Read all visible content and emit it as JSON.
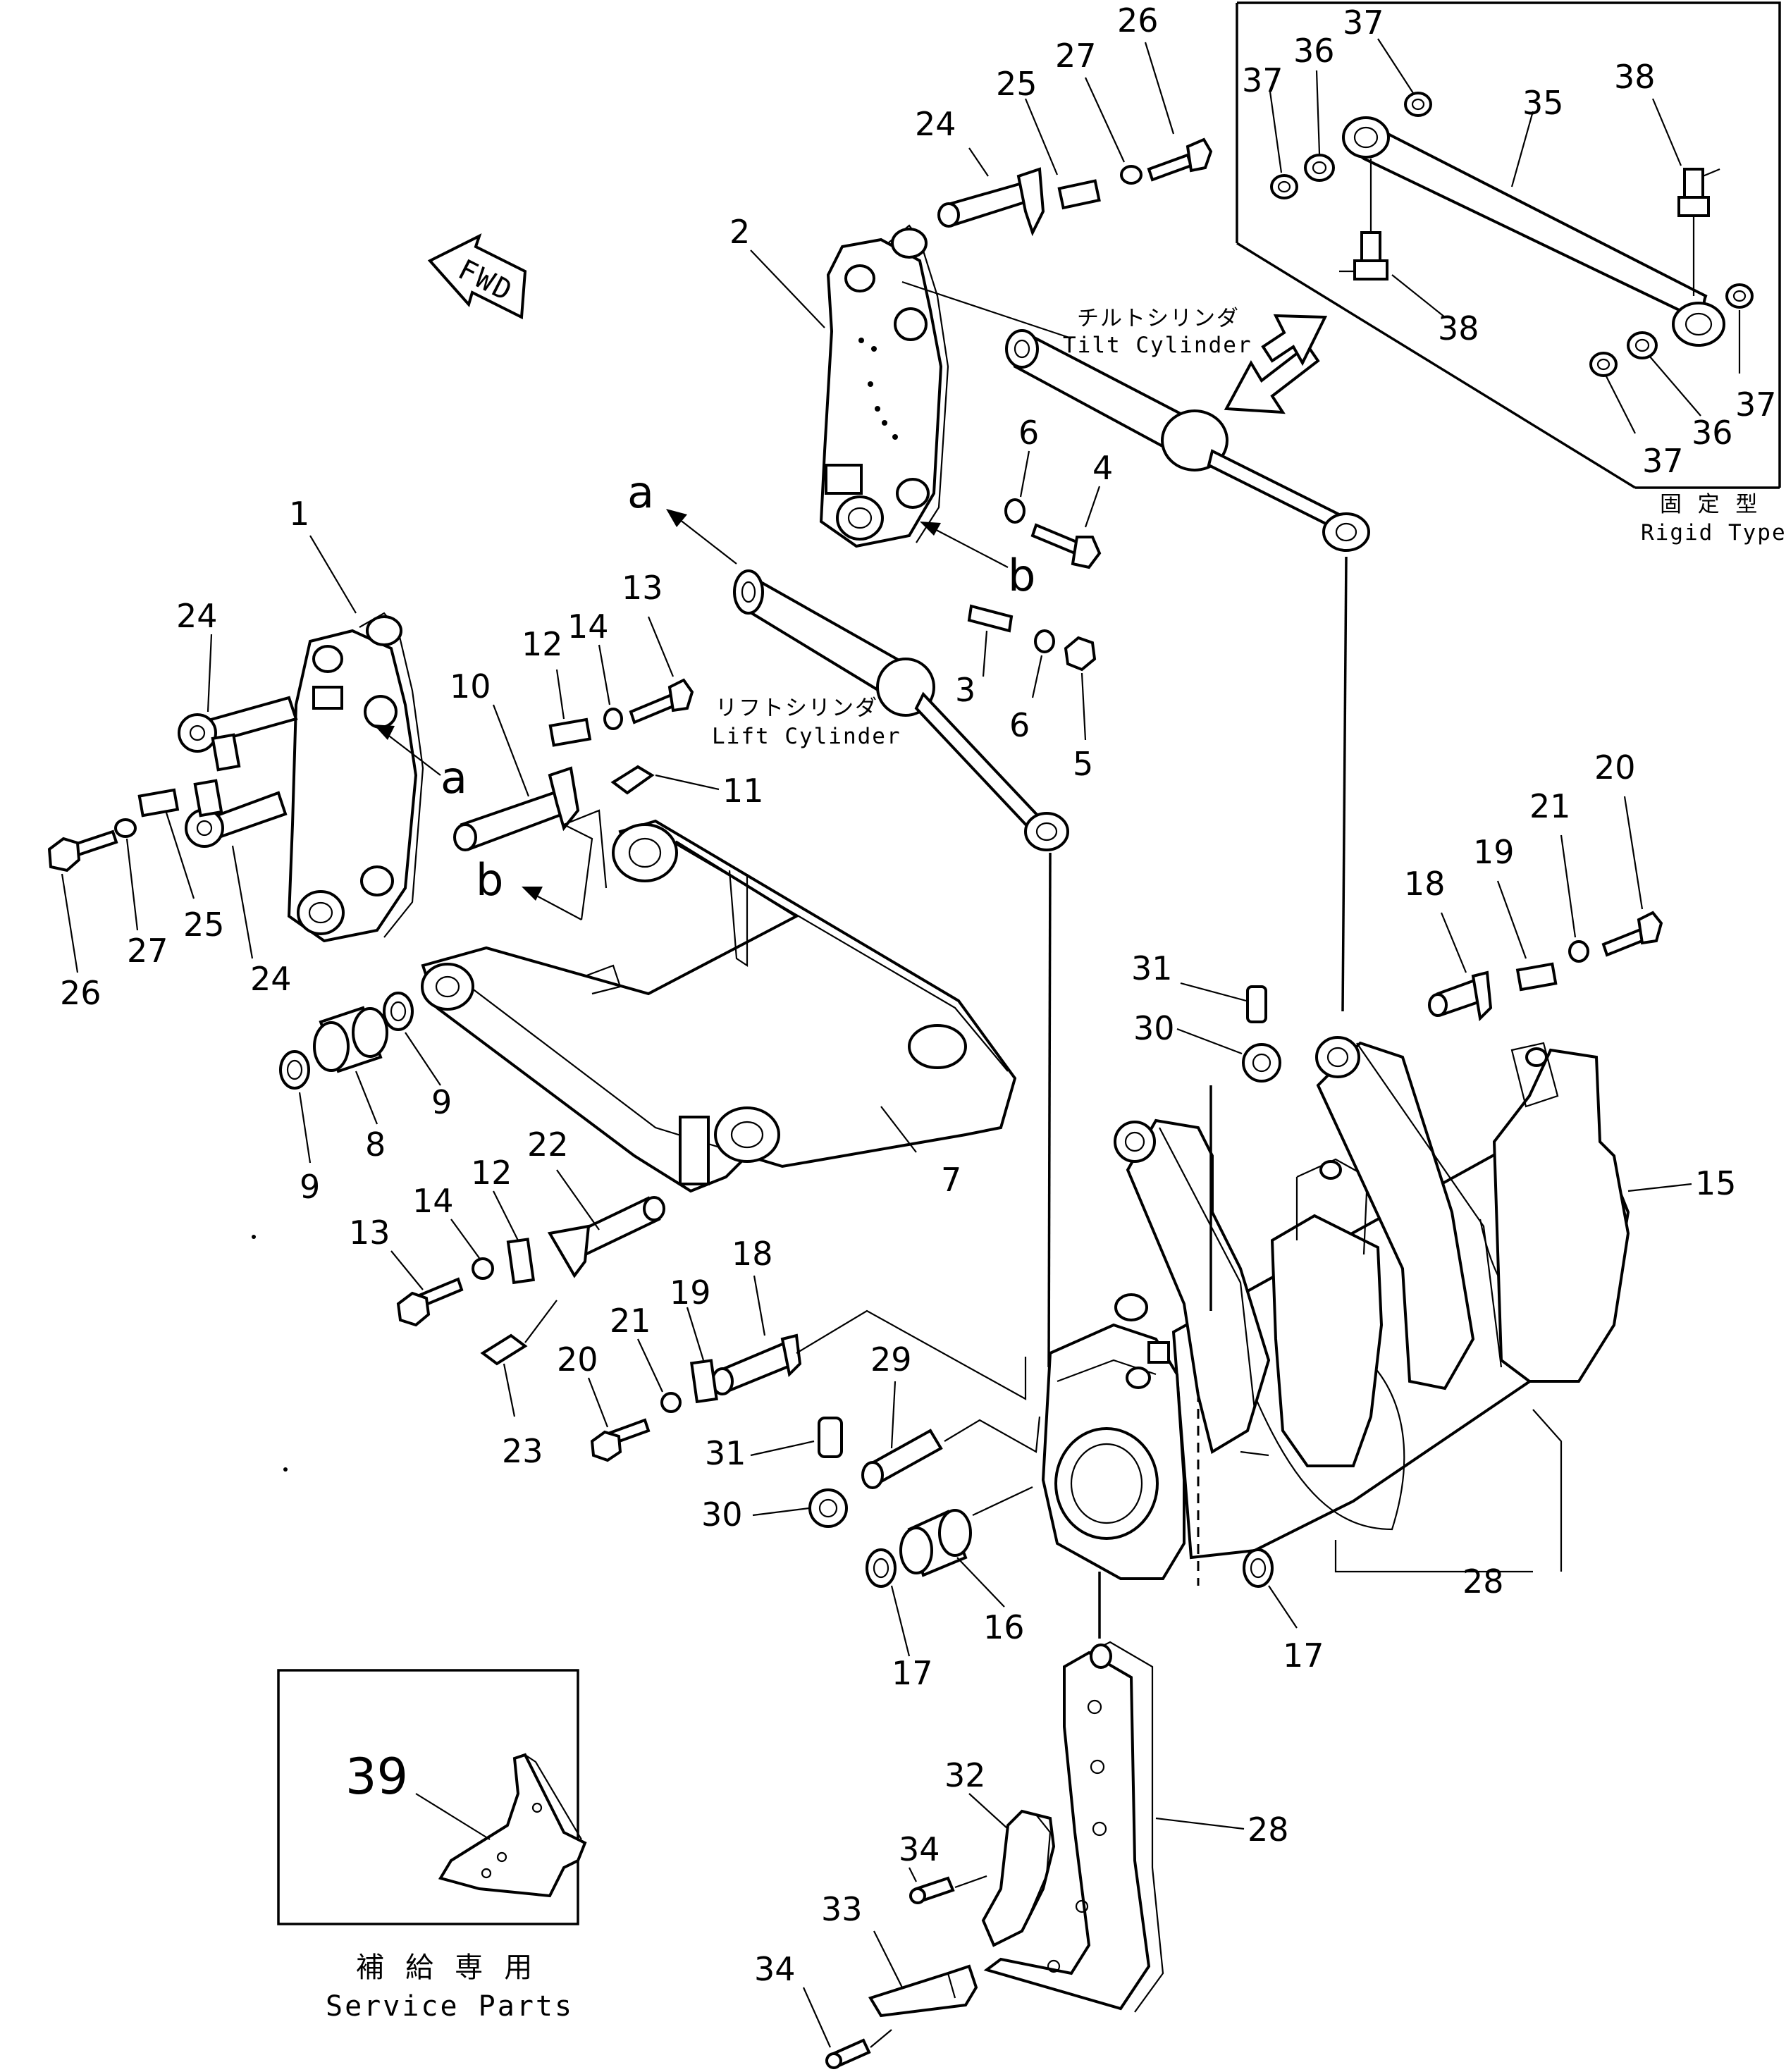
{
  "fwd_sign": "FWD",
  "tilt_cylinder": {
    "ja": "チルトシリンダ",
    "en": "Tilt  Cylinder"
  },
  "lift_cylinder": {
    "ja": "リフトシリンダ",
    "en": "Lift  Cylinder"
  },
  "rigid_type": {
    "ja": "固 定 型",
    "en": "Rigid  Type"
  },
  "service_parts": {
    "ja": "補 給 専 用",
    "en": "Service Parts"
  },
  "ref_letters": {
    "a": "a",
    "b": "b"
  },
  "callouts": {
    "c1": "1",
    "c2": "2",
    "c3": "3",
    "c4": "4",
    "c5": "5",
    "c6a": "6",
    "c6b": "6",
    "c7": "7",
    "c8": "8",
    "c9a": "9",
    "c9b": "9",
    "c10": "10",
    "c11": "11",
    "c12a": "12",
    "c12b": "12",
    "c13a": "13",
    "c13b": "13",
    "c14a": "14",
    "c14b": "14",
    "c15": "15",
    "c16": "16",
    "c17a": "17",
    "c17b": "17",
    "c18a": "18",
    "c18b": "18",
    "c19a": "19",
    "c19b": "19",
    "c20a": "20",
    "c20b": "20",
    "c21a": "21",
    "c21b": "21",
    "c22": "22",
    "c23": "23",
    "c24a": "24",
    "c24b": "24",
    "c24c": "24",
    "c25a": "25",
    "c25b": "25",
    "c26a": "26",
    "c26b": "26",
    "c27a": "27",
    "c27b": "27",
    "c28a": "28",
    "c28b": "28",
    "c29": "29",
    "c30a": "30",
    "c30b": "30",
    "c31a": "31",
    "c31b": "31",
    "c32": "32",
    "c33": "33",
    "c34a": "34",
    "c34b": "34",
    "c35": "35",
    "c36a": "36",
    "c36b": "36",
    "c37a": "37",
    "c37b": "37",
    "c37c": "37",
    "c37d": "37",
    "c38a": "38",
    "c38b": "38",
    "c39": "39"
  }
}
